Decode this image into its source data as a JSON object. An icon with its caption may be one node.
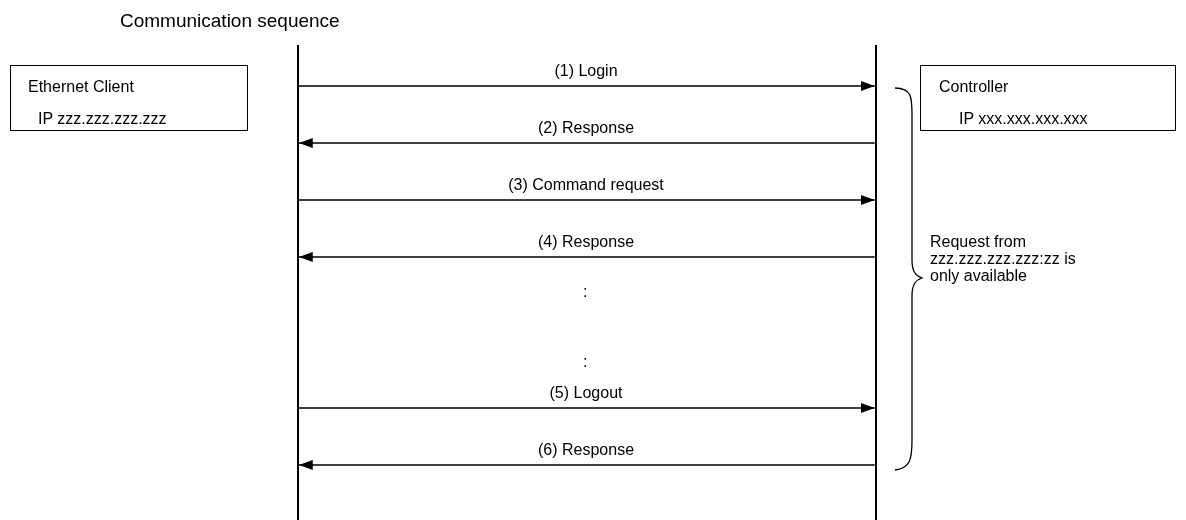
{
  "diagram": {
    "title": "Communication sequence",
    "nodes": [
      {
        "text": [
          "Ethernet Client",
          "IP zzz.zzz.zzz.zzz"
        ]
      },
      {
        "text": [
          "Controller",
          "IP xxx.xxx.xxx.xxx"
        ]
      },
      {
        "text": [],
        "shape": "bar"
      },
      {
        "text": [],
        "shape": "bar"
      }
    ],
    "edges": [
      {
        "from": 2,
        "to": 3,
        "arrow": "to",
        "label": "(1) Login"
      },
      {
        "from": 3,
        "to": 2,
        "arrow": "to",
        "label": "(2) Response"
      },
      {
        "from": 2,
        "to": 3,
        "arrow": "to",
        "label": "(3) Command request"
      },
      {
        "from": 3,
        "to": 2,
        "arrow": "to",
        "label": "(4) Response"
      },
      {
        "from": 2,
        "to": 3,
        "arrow": "to",
        "label": "(5) Logout"
      },
      {
        "from": 3,
        "to": 2,
        "arrow": "to",
        "label": "(6) Response"
      }
    ],
    "labels": [
      ":",
      ":",
      "Request from zzz.zzz.zzz.zzz:zz is only available"
    ]
  }
}
